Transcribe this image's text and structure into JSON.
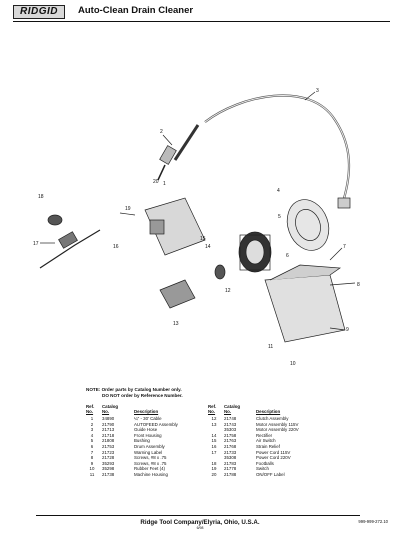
{
  "header": {
    "logo": "RIDGID",
    "title": "Auto-Clean Drain Cleaner"
  },
  "diagram": {
    "callouts": [
      "1",
      "2",
      "3",
      "4",
      "5",
      "6",
      "7",
      "8",
      "9",
      "10",
      "11",
      "12",
      "13",
      "14",
      "15",
      "16",
      "17",
      "18",
      "19",
      "20"
    ]
  },
  "note": {
    "line1": "NOTE: Order parts by Catalog Number only.",
    "line2": "DO NOT order by Reference Number."
  },
  "parts_table": {
    "headers": {
      "ref_top": "Ref.",
      "ref_bottom": "No.",
      "cat_top": "Catalog",
      "cat_bottom": "No.",
      "desc": "Description"
    },
    "left_rows": [
      {
        "ref": "1",
        "cat": "34890",
        "desc": "¼\" - 30' Cable"
      },
      {
        "ref": "2",
        "cat": "21790",
        "desc": "AUTOFEED Assembly"
      },
      {
        "ref": "3",
        "cat": "21713",
        "desc": "Guide Hose"
      },
      {
        "ref": "4",
        "cat": "21718",
        "desc": "Front Housing"
      },
      {
        "ref": "5",
        "cat": "21808",
        "desc": "Bushing"
      },
      {
        "ref": "6",
        "cat": "21753",
        "desc": "Drum Assembly"
      },
      {
        "ref": "7",
        "cat": "21723",
        "desc": "Warning Label"
      },
      {
        "ref": "8",
        "cat": "21728",
        "desc": "Screws, #8 x .75"
      },
      {
        "ref": "9",
        "cat": "35293",
        "desc": "Screws, #8 x .75"
      },
      {
        "ref": "10",
        "cat": "35298",
        "desc": "Rubber Feet (4)"
      },
      {
        "ref": "11",
        "cat": "21738",
        "desc": "Machine Housing"
      }
    ],
    "right_rows": [
      {
        "ref": "12",
        "cat": "21748",
        "desc": "Clutch Assembly"
      },
      {
        "ref": "13",
        "cat": "21743",
        "desc": "Motor Assembly 115V"
      },
      {
        "ref": "",
        "cat": "35303",
        "desc": "Motor Assembly 220V"
      },
      {
        "ref": "14",
        "cat": "21758",
        "desc": "Rectifier"
      },
      {
        "ref": "15",
        "cat": "21763",
        "desc": "Air Switch"
      },
      {
        "ref": "16",
        "cat": "21768",
        "desc": "Strain Relief"
      },
      {
        "ref": "17",
        "cat": "21733",
        "desc": "Power Cord 115V"
      },
      {
        "ref": "",
        "cat": "35308",
        "desc": "Power Cord 220V"
      },
      {
        "ref": "18",
        "cat": "21783",
        "desc": "Footballs"
      },
      {
        "ref": "19",
        "cat": "21778",
        "desc": "Switch"
      },
      {
        "ref": "20",
        "cat": "21788",
        "desc": "ON/OFF Label"
      }
    ]
  },
  "footer": {
    "company": "Ridge Tool Company/Elyria, Ohio, U.S.A.",
    "sub": "6/98",
    "doc_number": "999-999-272.10"
  }
}
